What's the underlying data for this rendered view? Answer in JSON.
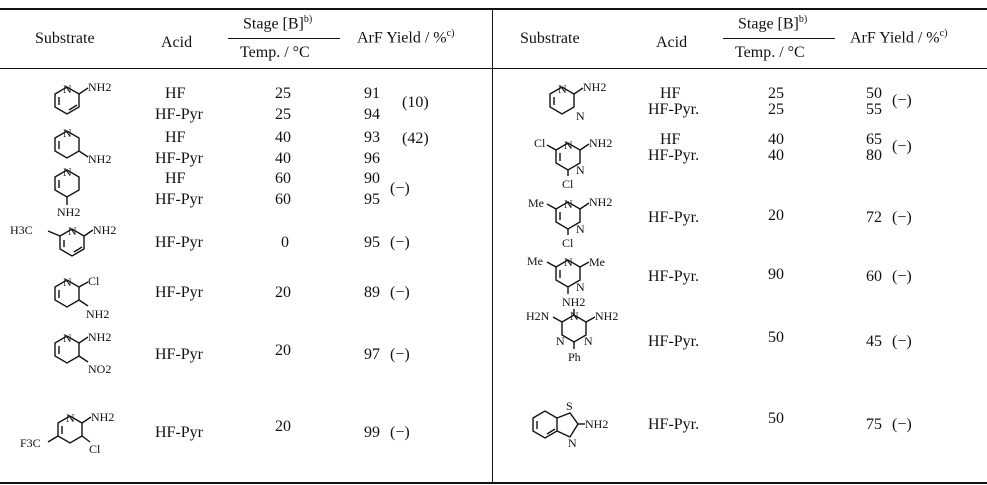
{
  "header": {
    "substrate": "Substrate",
    "acid": "Acid",
    "stage": "Stage [B]",
    "stage_sup": "b)",
    "temp": "Temp. / °C",
    "yield": "ArF Yield / %",
    "yield_sup": "c)"
  },
  "left_rows": [
    {
      "acids": [
        "HF",
        "HF-Pyr"
      ],
      "temps": [
        "25",
        "25"
      ],
      "yields": [
        "91",
        "94"
      ],
      "paren": "(10)",
      "labels": [
        "N",
        "NH2"
      ]
    },
    {
      "acids": [
        "HF",
        "HF-Pyr"
      ],
      "temps": [
        "40",
        "40"
      ],
      "yields": [
        "93",
        "96"
      ],
      "paren": "(42)",
      "labels": [
        "N",
        "NH2"
      ]
    },
    {
      "acids": [
        "HF",
        "HF-Pyr"
      ],
      "temps": [
        "60",
        "60"
      ],
      "yields": [
        "90",
        "95"
      ],
      "paren": "(−)",
      "labels": [
        "N",
        "NH2"
      ]
    },
    {
      "acids": [
        "HF-Pyr"
      ],
      "temps": [
        "0"
      ],
      "yields": [
        "95"
      ],
      "paren": "(−)",
      "labels": [
        "H3C",
        "N",
        "NH2"
      ]
    },
    {
      "acids": [
        "HF-Pyr"
      ],
      "temps": [
        "20"
      ],
      "yields": [
        "89"
      ],
      "paren": "(−)",
      "labels": [
        "N",
        "Cl",
        "NH2"
      ]
    },
    {
      "acids": [
        "HF-Pyr"
      ],
      "temps": [
        "20"
      ],
      "yields": [
        "97"
      ],
      "paren": "(−)",
      "labels": [
        "N",
        "NH2",
        "NO2"
      ]
    },
    {
      "acids": [
        "HF-Pyr"
      ],
      "temps": [
        "20"
      ],
      "yields": [
        "99"
      ],
      "paren": "(−)",
      "labels": [
        "F3C",
        "N",
        "NH2",
        "Cl"
      ]
    }
  ],
  "right_rows": [
    {
      "acids": [
        "HF",
        "HF-Pyr."
      ],
      "temps": [
        "25",
        "25"
      ],
      "yields": [
        "50",
        "55"
      ],
      "paren": "(−)",
      "labels": [
        "N",
        "NH2",
        "N"
      ]
    },
    {
      "acids": [
        "HF",
        "HF-Pyr."
      ],
      "temps": [
        "40",
        "40"
      ],
      "yields": [
        "65",
        "80"
      ],
      "paren": "(−)",
      "labels": [
        "Cl",
        "N",
        "NH2",
        "N",
        "Cl"
      ]
    },
    {
      "acids": [
        "HF-Pyr."
      ],
      "temps": [
        "20"
      ],
      "yields": [
        "72"
      ],
      "paren": "(−)",
      "labels": [
        "Me",
        "N",
        "NH2",
        "N",
        "Cl"
      ]
    },
    {
      "acids": [
        "HF-Pyr."
      ],
      "temps": [
        "90"
      ],
      "yields": [
        "60"
      ],
      "paren": "(−)",
      "labels": [
        "Me",
        "N",
        "Me",
        "N",
        "NH2"
      ]
    },
    {
      "acids": [
        "HF-Pyr."
      ],
      "temps": [
        "50"
      ],
      "yields": [
        "45"
      ],
      "paren": "(−)",
      "labels": [
        "H2N",
        "N",
        "NH2",
        "N",
        "N",
        "Ph"
      ]
    },
    {
      "acids": [
        "HF-Pyr."
      ],
      "temps": [
        "50"
      ],
      "yields": [
        "75"
      ],
      "paren": "(−)",
      "labels": [
        "S",
        "N",
        "NH2"
      ]
    }
  ]
}
